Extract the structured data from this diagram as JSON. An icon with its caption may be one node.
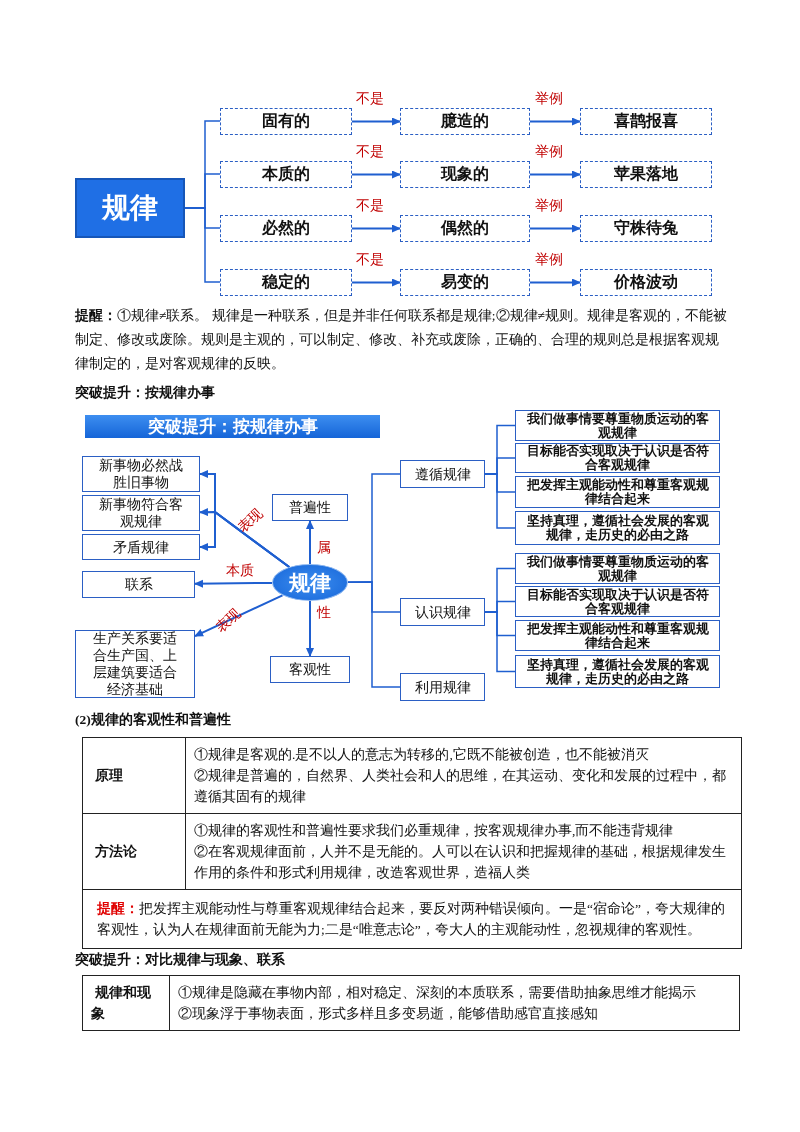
{
  "diagram": {
    "nodes": [
      {
        "text": [
          "规律"
        ]
      },
      {
        "text": [
          "固有的"
        ]
      },
      {
        "text": [
          "臆造的"
        ]
      },
      {
        "text": [
          "喜鹊报喜"
        ]
      },
      {
        "text": [
          "本质的"
        ]
      },
      {
        "text": [
          "现象的"
        ]
      },
      {
        "text": [
          "苹果落地"
        ]
      },
      {
        "text": [
          "必然的"
        ]
      },
      {
        "text": [
          "偶然的"
        ]
      },
      {
        "text": [
          "守株待兔"
        ]
      },
      {
        "text": [
          "稳定的"
        ]
      },
      {
        "text": [
          "易变的"
        ]
      },
      {
        "text": [
          "价格波动"
        ]
      },
      {
        "text": [
          "突破提升：按规律办事"
        ]
      },
      {
        "text": [
          "新事物必然战胜旧事物"
        ]
      },
      {
        "text": [
          "新事物符合客观规律"
        ]
      },
      {
        "text": [
          "矛盾规律"
        ]
      },
      {
        "text": [
          "普遍性"
        ]
      },
      {
        "text": [
          "联系"
        ]
      },
      {
        "text": [
          "规律"
        ]
      },
      {
        "text": [
          "生产关系要适合生产国、上层建筑要适合经济基础"
        ]
      },
      {
        "text": [
          "客观性"
        ]
      },
      {
        "text": [
          "遵循规律"
        ]
      },
      {
        "text": [
          "我们做事情要尊重物质运动的客观规律"
        ]
      },
      {
        "text": [
          "目标能否实现取决于认识是否符合客观规律"
        ]
      },
      {
        "text": [
          "把发挥主观能动性和尊重客观规律结合起来"
        ]
      },
      {
        "text": [
          "坚持真理，遵循社会发展的客观规律，走历史的必由之路"
        ]
      },
      {
        "text": [
          "认识规律"
        ]
      },
      {
        "text": [
          "我们做事情要尊重物质运动的客观规律"
        ]
      },
      {
        "text": [
          "目标能否实现取决于认识是否符合客观规律"
        ]
      },
      {
        "text": [
          "把发挥主观能动性和尊重客观规律结合起来"
        ]
      },
      {
        "text": [
          "坚持真理，遵循社会发展的客观规律，走历史的必由之路"
        ]
      },
      {
        "text": [
          "利用规律"
        ]
      }
    ],
    "edges": [
      {
        "from": 0,
        "to": 1,
        "arrow": "none"
      },
      {
        "from": 0,
        "to": 4,
        "arrow": "none"
      },
      {
        "from": 0,
        "to": 7,
        "arrow": "none"
      },
      {
        "from": 0,
        "to": 10,
        "arrow": "none"
      },
      {
        "from": 1,
        "to": 2,
        "arrow": "to",
        "label": "不是"
      },
      {
        "from": 2,
        "to": 3,
        "arrow": "to",
        "label": "举例"
      },
      {
        "from": 4,
        "to": 5,
        "arrow": "to",
        "label": "不是"
      },
      {
        "from": 5,
        "to": 6,
        "arrow": "to",
        "label": "举例"
      },
      {
        "from": 7,
        "to": 8,
        "arrow": "to",
        "label": "不是"
      },
      {
        "from": 8,
        "to": 9,
        "arrow": "to",
        "label": "举例"
      },
      {
        "from": 10,
        "to": 11,
        "arrow": "to",
        "label": "不是"
      },
      {
        "from": 11,
        "to": 12,
        "arrow": "to",
        "label": "举例"
      },
      {
        "from": 19,
        "to": 14,
        "arrow": "to",
        "label": "表现"
      },
      {
        "from": 19,
        "to": 15,
        "arrow": "to"
      },
      {
        "from": 19,
        "to": 16,
        "arrow": "to"
      },
      {
        "from": 19,
        "to": 17,
        "arrow": "to",
        "label": "属"
      },
      {
        "from": 19,
        "to": 18,
        "arrow": "to",
        "label": "本质"
      },
      {
        "from": 19,
        "to": 20,
        "arrow": "to",
        "label": "表现"
      },
      {
        "from": 19,
        "to": 21,
        "arrow": "to",
        "label": "性"
      },
      {
        "from": 19,
        "to": 22,
        "arrow": "none"
      },
      {
        "from": 19,
        "to": 27,
        "arrow": "none"
      },
      {
        "from": 19,
        "to": 32,
        "arrow": "none"
      },
      {
        "from": 22,
        "to": 23,
        "arrow": "none"
      },
      {
        "from": 22,
        "to": 24,
        "arrow": "none"
      },
      {
        "from": 22,
        "to": 25,
        "arrow": "none"
      },
      {
        "from": 22,
        "to": 26,
        "arrow": "none"
      },
      {
        "from": 27,
        "to": 28,
        "arrow": "none"
      },
      {
        "from": 27,
        "to": 29,
        "arrow": "none"
      },
      {
        "from": 27,
        "to": 30,
        "arrow": "none"
      },
      {
        "from": 27,
        "to": 31,
        "arrow": "none"
      }
    ],
    "labels": [
      "**提醒：**①规律≠联系。 规律是一种联系，但是并非任何联系都是规律;②规律≠规则。规律是客观的，不能被制定、修改或废除。规则是主观的，可以制定、修改、补充或废除，正确的、合理的规则总是根据客观规律制定的，是对客观规律的反映。",
      "突破提升：按规律办事",
      "(2)规律的客观性和普遍性",
      "原理",
      "①规律是客观的.是不以人的意志为转移的,它既不能被创造，也不能被消灭",
      "②规律是普遍的，自然界、人类社会和人的思维，在其运动、变化和发展的过程中，都遵循其固有的规律",
      "方法论",
      "①规律的客观性和普遍性要求我们必重规律，按客观规律办事,而不能违背规律",
      "②在客观规律面前，人并不是无能的。人可以在认识和把握规律的基础，根据规律发生作用的条件和形式利用规律，改造客观世界，造福人类",
      "**提醒：**把发挥主观能动性与尊重客观规律结合起来，要反对两种错误倾向。一是“宿命论”，夸大规律的客观性，认为人在规律面前无能为力;二是“唯意志论”，夸大人的主观能动性，忽视规律的客观性。",
      "突破提升：对比规律与现象、联系",
      "规律和现象",
      "①规律是隐藏在事物内部，相对稳定、深刻的本质联系，需要借助抽象思维才能揭示",
      "②现象浮于事物表面，形式多样且多变易逝，能够借助感官直接感知"
    ]
  }
}
